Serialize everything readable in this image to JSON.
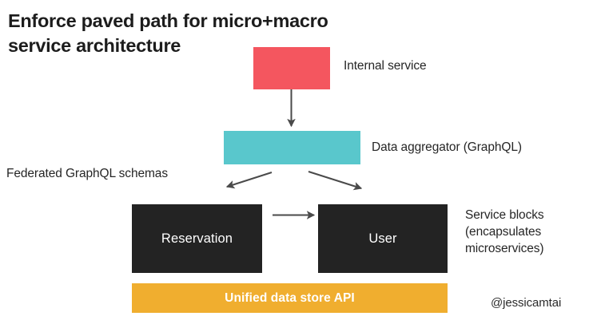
{
  "slide": {
    "background_color": "#ffffff",
    "title": "Enforce paved path for micro+macro\nservice architecture",
    "watermark": "@jessicamtai"
  },
  "diagram": {
    "type": "architecture-flow",
    "nodes": [
      {
        "id": "internal-service",
        "shape": "rectangle",
        "fill": "#F4565F",
        "text": "",
        "callout": "Internal service",
        "callout_side": "right"
      },
      {
        "id": "data-aggregator",
        "shape": "rectangle",
        "fill": "#59C7CC",
        "text": "",
        "callout": "Data aggregator (GraphQL)",
        "callout_side": "right"
      },
      {
        "id": "reservation",
        "shape": "rectangle",
        "fill": "#232323",
        "text": "Reservation",
        "text_color": "#ffffff"
      },
      {
        "id": "user",
        "shape": "rectangle",
        "fill": "#232323",
        "text": "User",
        "text_color": "#ffffff"
      },
      {
        "id": "unified-data-store-api",
        "shape": "rectangle",
        "fill": "#F0AE2F",
        "text": "Unified data store API",
        "text_color": "#ffffff"
      }
    ],
    "edges": [
      {
        "id": "internal-to-aggregator",
        "from": "internal-service",
        "to": "data-aggregator",
        "style": "arrow",
        "color": "#4a4a4a"
      },
      {
        "id": "aggregator-to-reservation",
        "from": "data-aggregator",
        "to": "reservation",
        "style": "arrow",
        "color": "#4a4a4a",
        "label": "Federated GraphQL schemas"
      },
      {
        "id": "aggregator-to-user",
        "from": "data-aggregator",
        "to": "user",
        "style": "arrow",
        "color": "#4a4a4a"
      },
      {
        "id": "reservation-to-user",
        "from": "reservation",
        "to": "user",
        "style": "arrow",
        "color": "#4a4a4a"
      }
    ],
    "annotations": {
      "federated_schemas": "Federated GraphQL schemas",
      "service_blocks": "Service blocks\n(encapsulates\nmicroservices)"
    }
  }
}
